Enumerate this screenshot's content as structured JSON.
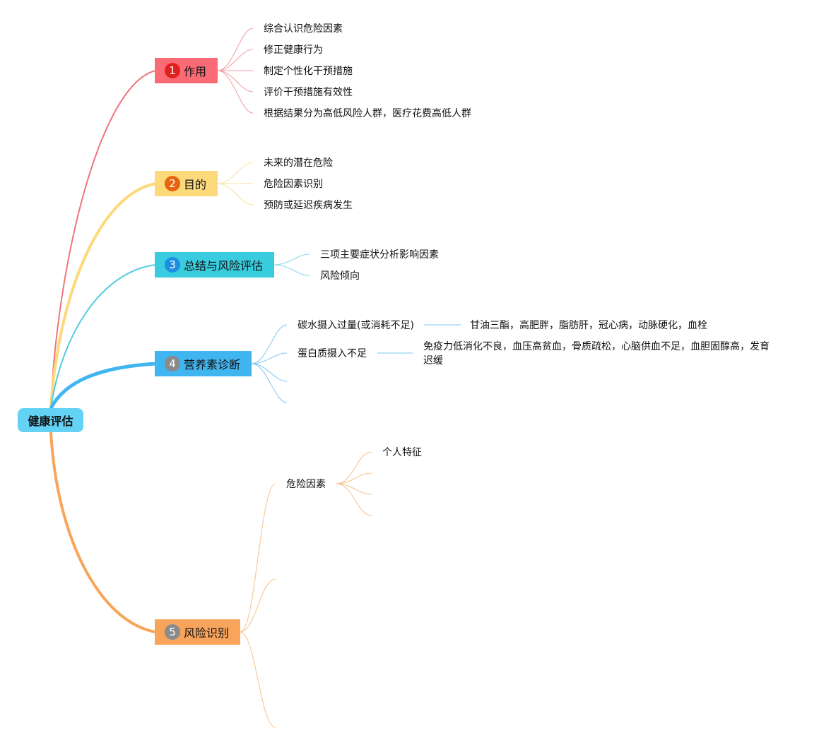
{
  "root": {
    "label": "健康评估",
    "color": "#63d2f4"
  },
  "branches": [
    {
      "label": "作用",
      "number": "1",
      "color": "#fb6b76",
      "badge_color": "#e0201c",
      "children": [
        "综合认识危险因素",
        "修正健康行为",
        "制定个性化干预措施",
        "评价干预措施有效性",
        "根据结果分为高低风险人群，医疗花费高低人群"
      ]
    },
    {
      "label": "目的",
      "number": "2",
      "color": "#fcd97b",
      "badge_color": "#e8650f",
      "children": [
        "未来的潜在危险",
        "危险因素识别",
        "预防或延迟疾病发生"
      ]
    },
    {
      "label": "总结与风险评估",
      "number": "3",
      "color": "#39ccdf",
      "badge_color": "#1e8fe0",
      "children": [
        "三项主要症状分析影响因素",
        "风险倾向"
      ]
    },
    {
      "label": "营养素诊断",
      "number": "4",
      "color": "#41b5f0",
      "badge_color": "#8a8a8a",
      "children": [
        {
          "label": "碳水摄入过量(或消耗不足)",
          "detail": "甘油三酯，高肥胖，脂肪肝，冠心病，动脉硬化，血栓"
        },
        {
          "label": "蛋白质摄入不足",
          "detail": "免疫力低消化不良，血压高贫血，骨质疏松，心脑供血不足，血胆固醇高，发育迟缓"
        }
      ]
    },
    {
      "label": "风险识别",
      "number": "5",
      "color": "#f8a45a",
      "badge_color": "#8a8a8a",
      "children": [
        {
          "label": "危险因素",
          "sub": [
            "个人特征"
          ]
        }
      ]
    }
  ]
}
